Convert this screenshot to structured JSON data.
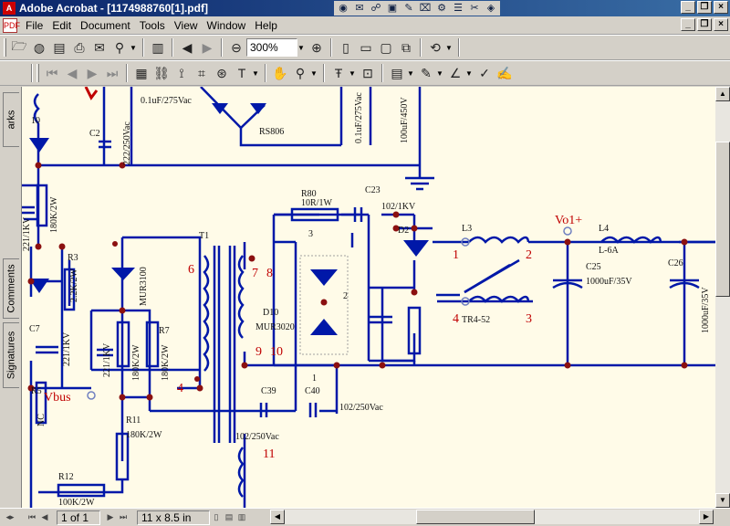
{
  "window": {
    "title": "Adobe Acrobat - [1174988760[1].pdf]"
  },
  "menu": {
    "items": [
      "File",
      "Edit",
      "Document",
      "Tools",
      "View",
      "Window",
      "Help"
    ]
  },
  "toolbar": {
    "zoom_value": "300%"
  },
  "nav_tabs": {
    "bookmarks": "arks",
    "comments": "Comments",
    "signatures": "Signatures"
  },
  "status": {
    "page_indicator": "1 of 1",
    "page_size": "11 x 8.5 in"
  },
  "schematic": {
    "labels": {
      "c_top": "0.1uF/275Vac",
      "rs806": "RS806",
      "c_mid": "0.1uF/275Vac",
      "c_top_right": "100uF/450V",
      "d10_top": "10",
      "c2": "C2",
      "c2_val": "222/250Vac",
      "r80": "R80",
      "r80_val": "10R/1W",
      "c23": "C23",
      "c23_val": "102/1KV",
      "d2": "D2",
      "l3": "L3",
      "vo1": "Vo1+",
      "l4": "L4",
      "l4_val": "L-6A",
      "c25": "C25",
      "c25_val": "1000uF/35V",
      "c26": "C26",
      "c26_val": "1000uF/35V",
      "t1": "T1",
      "r3": "R3",
      "r3_val": "2.2K/2W",
      "r_left_val": "180K/2W",
      "c_left_val": "221/1KV",
      "c7": "C7",
      "c7_val": "221/1KV",
      "diode_mid_val": "MUR3100",
      "c_mid_val": "221/1KV",
      "r_mid_val": "180K/2W",
      "r7": "R7",
      "r7_val": "180K/2W",
      "d10": "D10",
      "mur3020": "MUR3020",
      "pin_6": "6",
      "pin_7": "7",
      "pin_8": "8",
      "pin_9": "9",
      "pin_10": "10",
      "pin_4": "4",
      "pin_3": "3",
      "pin_2": "2",
      "tr_1": "1",
      "tr_2": "2",
      "tr_3": "3",
      "tr_4": "4",
      "tr_name": "TR4-52",
      "r5": "R5",
      "r5_val": "NC",
      "vbus": "Vbus",
      "r11": "R11",
      "r11_val": "180K/2W",
      "c39": "C39",
      "c40": "C40",
      "c_bottom_val": "102/250Vac",
      "c39_val": "102/250Vac",
      "pin_11": "11",
      "pin_c40_1": "1",
      "r12": "R12",
      "r12_val": "100K/2W"
    }
  },
  "colors": {
    "wire": "#0018a8",
    "dot": "#8b0000",
    "annotation": "#c00000",
    "paper": "#fffbe8",
    "titlebar": "#0a246a"
  }
}
